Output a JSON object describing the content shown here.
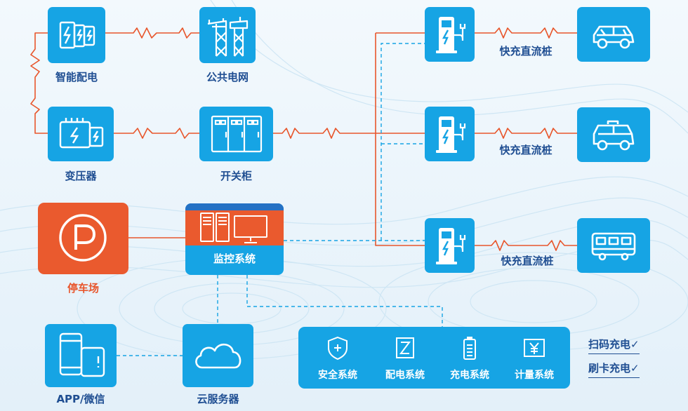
{
  "colors": {
    "node_blue": "#16a4e4",
    "label_blue": "#1f4e92",
    "power_line_red": "#e8562c",
    "data_line_blue": "#16a4e4",
    "parking_orange": "#ea5a2e",
    "monitor_header_blue": "#2571c4"
  },
  "nodes": {
    "smart_distribution": {
      "label": "智能配电",
      "icon": "battery-bank-icon"
    },
    "public_grid": {
      "label": "公共电网",
      "icon": "power-tower-icon"
    },
    "transformer": {
      "label": "变压器",
      "icon": "transformer-icon"
    },
    "switch_cabinet": {
      "label": "开关柜",
      "icon": "switch-cabinet-icon"
    },
    "parking": {
      "label": "停车场",
      "icon": "parking-sign-icon"
    },
    "monitoring": {
      "label": "监控系统",
      "icon": "server-monitor-icon"
    },
    "app_wechat": {
      "label": "APP/微信",
      "icon": "mobile-devices-icon"
    },
    "cloud_server": {
      "label": "云服务器",
      "icon": "cloud-icon"
    }
  },
  "chargers": [
    {
      "label": "快充直流桩",
      "icon": "charging-pile-icon",
      "vehicle_icon": "car-icon"
    },
    {
      "label": "快充直流桩",
      "icon": "charging-pile-icon",
      "vehicle_icon": "taxi-icon"
    },
    {
      "label": "快充直流桩",
      "icon": "charging-pile-icon",
      "vehicle_icon": "bus-icon"
    }
  ],
  "systems": [
    {
      "label": "安全系统",
      "icon": "shield-plus-icon"
    },
    {
      "label": "配电系统",
      "icon": "distribution-icon"
    },
    {
      "label": "充电系统",
      "icon": "battery-level-icon"
    },
    {
      "label": "计量系统",
      "icon": "billing-yuan-icon"
    }
  ],
  "payment_methods": [
    {
      "label": "扫码充电✓"
    },
    {
      "label": "刷卡充电✓"
    }
  ]
}
